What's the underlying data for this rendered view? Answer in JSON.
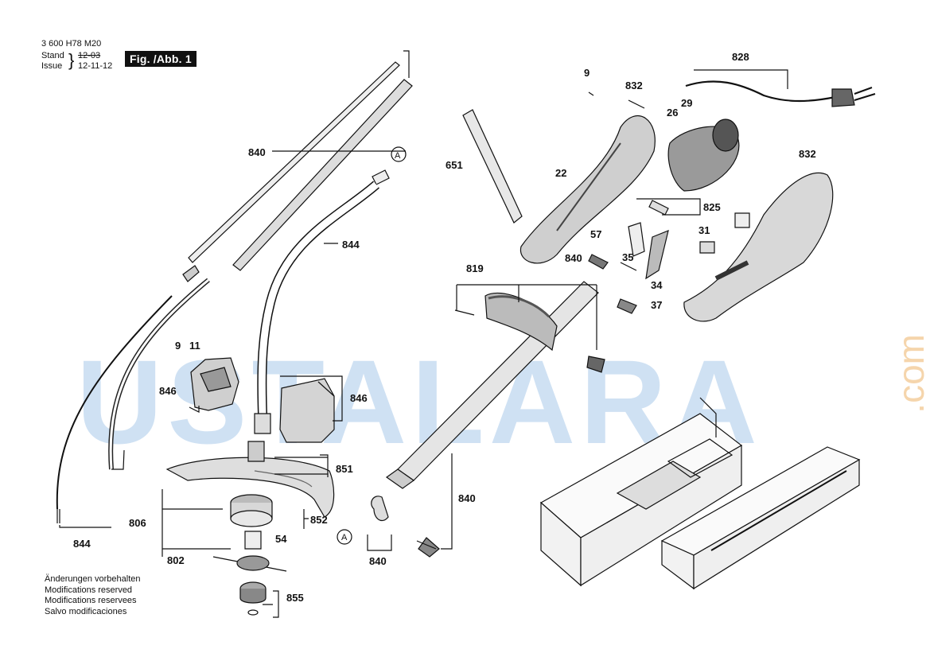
{
  "header": {
    "part_number": "3 600 H78 M20",
    "stand_label": "Stand",
    "stand_value": "12-03",
    "issue_label": "Issue",
    "issue_value": "12-11-12",
    "figure_label": "Fig. /Abb. 1"
  },
  "notes": [
    "Änderungen vorbehalten",
    "Modifications reserved",
    "Modifications reservees",
    "Salvo modificaciones"
  ],
  "watermark": {
    "main": "USTALARA",
    "suffix": ".com"
  },
  "callouts": {
    "c840_top": "840",
    "c844_top": "844",
    "cA_top": "A",
    "c651": "651",
    "c9_top": "9",
    "c832_left": "832",
    "c26": "26",
    "c29": "29",
    "c828": "828",
    "c22": "22",
    "c832_right": "832",
    "c825": "825",
    "c31": "31",
    "c57": "57",
    "c840_mid": "840",
    "c35": "35",
    "c34": "34",
    "c37": "37",
    "c819": "819",
    "c9_mid": "9",
    "c11": "11",
    "c846_left": "846",
    "c846_right": "846",
    "c851": "851",
    "c806": "806",
    "c852": "852",
    "c54": "54",
    "c802": "802",
    "c855": "855",
    "c844_bottom": "844",
    "c840_right": "840",
    "cA_bottom": "A",
    "c840_bottom": "840"
  },
  "colors": {
    "line": "#111111",
    "part_fill": "#d9d9d9",
    "part_dark": "#555555",
    "watermark_blue": "#a9c9ea",
    "watermark_orange": "#f2c48a"
  }
}
